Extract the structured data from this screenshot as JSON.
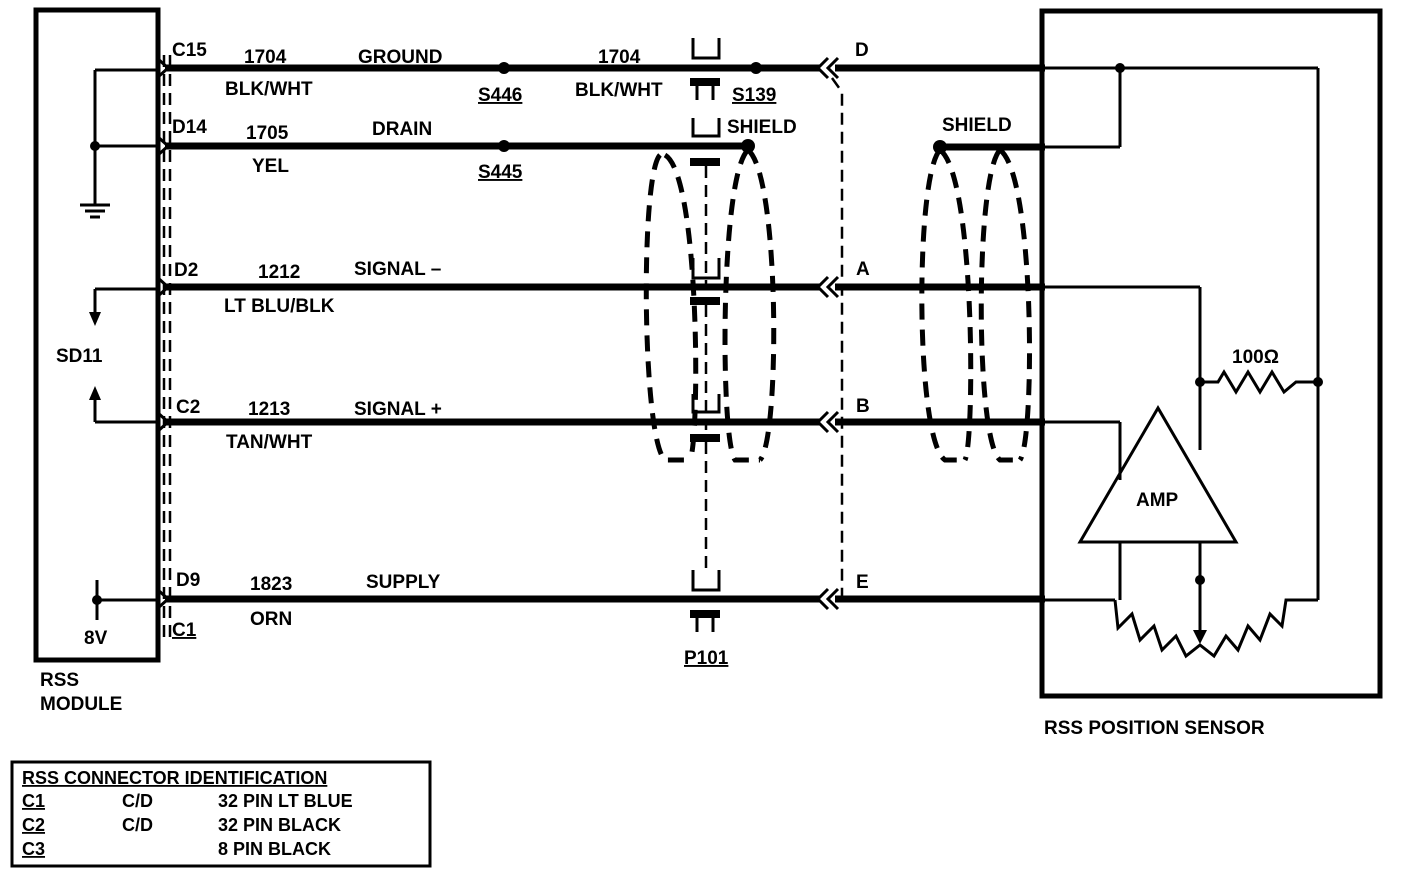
{
  "module": {
    "label_line1": "RSS",
    "label_line2": "MODULE",
    "sd_ref": "SD11",
    "voltage": "8V"
  },
  "sensor": {
    "label": "RSS POSITION SENSOR",
    "amp": "AMP",
    "resistor": "100Ω"
  },
  "wires": [
    {
      "pin": "C15",
      "circuit": "1704",
      "color": "BLK/WHT",
      "function": "GROUND",
      "splice": "S446",
      "circuit2": "1704",
      "color2": "BLK/WHT",
      "splice2": "S139",
      "sensor_pin": "D"
    },
    {
      "pin": "D14",
      "circuit": "1705",
      "color": "YEL",
      "function": "DRAIN",
      "splice": "S445",
      "shield_label": "SHIELD",
      "sensor_shield_label": "SHIELD"
    },
    {
      "pin": "D2",
      "circuit": "1212",
      "color": "LT BLU/BLK",
      "function": "SIGNAL –",
      "sensor_pin": "A"
    },
    {
      "pin": "C2",
      "circuit": "1213",
      "color": "TAN/WHT",
      "function": "SIGNAL +",
      "sensor_pin": "B"
    },
    {
      "pin": "D9",
      "circuit": "1823",
      "color": "ORN",
      "function": "SUPPLY",
      "sensor_pin": "E",
      "connector_ref": "C1"
    }
  ],
  "inline_connector": "P101",
  "table": {
    "title": "RSS CONNECTOR IDENTIFICATION",
    "rows": [
      {
        "id": "C1",
        "type": "C/D",
        "desc": "32 PIN LT BLUE"
      },
      {
        "id": "C2",
        "type": "C/D",
        "desc": "32 PIN BLACK"
      },
      {
        "id": "C3",
        "type": "",
        "desc": "8 PIN BLACK"
      }
    ]
  }
}
